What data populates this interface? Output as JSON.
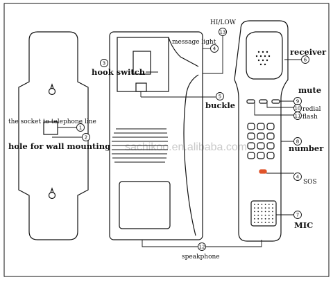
{
  "watermark": "sachikoo.en.alibaba.com",
  "labels": {
    "socket": "the socket to telephone line",
    "hole": "hole for wall mounting",
    "hook_switch": "hook switch",
    "message_light": "message light",
    "hi_low": "HI/LOW",
    "buckle": "buckle",
    "speakphone": "speakphone",
    "receiver": "receiver",
    "mute": "mute",
    "redial": "redial",
    "flash": "flash",
    "number": "number",
    "sos": "SOS",
    "mic": "MIC"
  },
  "numbers": {
    "n1": "1",
    "n2": "2",
    "n3": "3",
    "n4": "4",
    "n5": "5",
    "n6": "6",
    "n7": "7",
    "n8": "8",
    "n9": "9",
    "n10": "10",
    "n11": "11",
    "n12": "12",
    "n13": "13",
    "n4b": "4"
  },
  "colors": {
    "line": "#111111",
    "sos_button": "#e0532a",
    "watermark": "#c9c9c9"
  },
  "keypad_rows": 4,
  "keypad_cols": 3
}
